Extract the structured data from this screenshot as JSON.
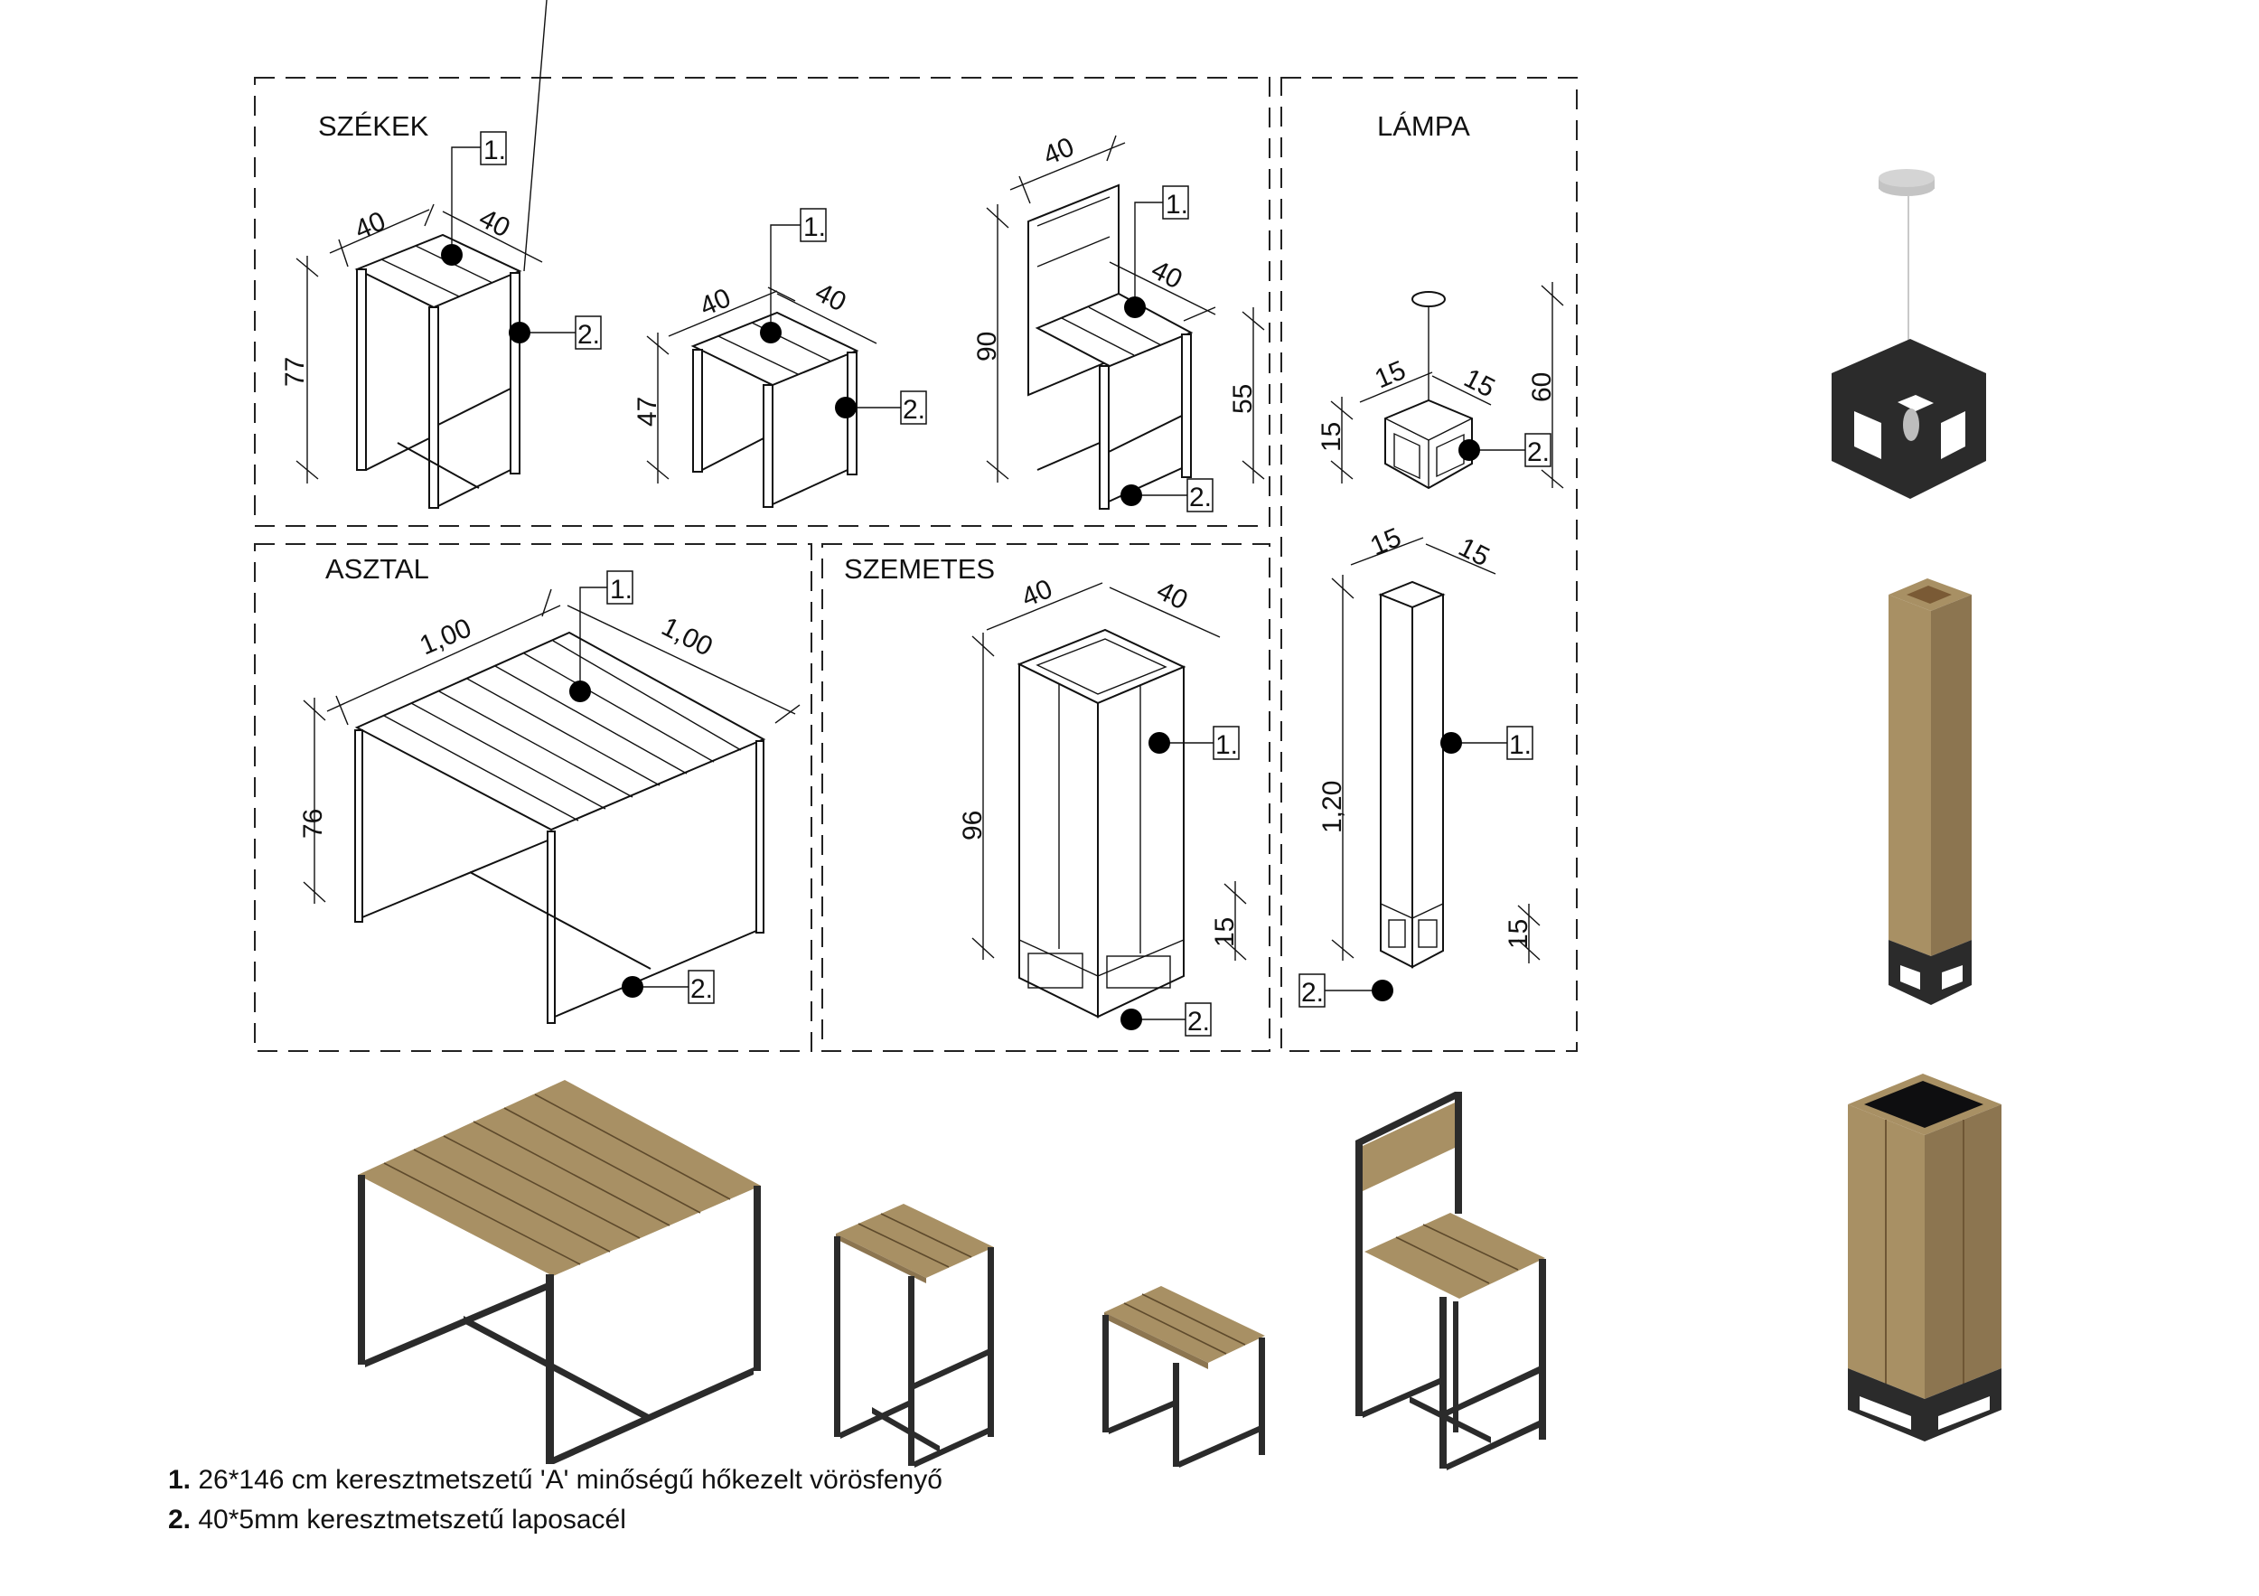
{
  "sections": {
    "chairs": {
      "title": "SZÉKEK"
    },
    "lamp": {
      "title": "LÁMPA"
    },
    "table": {
      "title": "ASZTAL"
    },
    "bin": {
      "title": "SZEMETES"
    }
  },
  "dimensions": {
    "bar_stool": {
      "width": "40",
      "depth": "40",
      "height": "77"
    },
    "low_stool": {
      "width": "40",
      "depth": "40",
      "height": "47"
    },
    "chair": {
      "width": "40",
      "depth": "40",
      "height": "90",
      "seat_height": "55"
    },
    "lamp": {
      "width": "15",
      "depth": "15",
      "height": "15",
      "drop": "60"
    },
    "table": {
      "width": "1,00",
      "depth": "1,00",
      "height": "76"
    },
    "bin": {
      "width": "40",
      "depth": "40",
      "height": "96",
      "base": "15"
    },
    "bollard": {
      "width": "15",
      "depth": "15",
      "height": "1,20",
      "base": "15"
    }
  },
  "callouts": {
    "one": "1.",
    "two": "2."
  },
  "legend": [
    {
      "number": "1.",
      "text": " 26*146 cm keresztmetszetű 'A' minőségű hőkezelt vörösfenyő"
    },
    {
      "number": "2.",
      "text": " 40*5mm keresztmetszetű laposacél"
    }
  ],
  "colors": {
    "wood": "#a89064",
    "wood_dark": "#8c7550",
    "steel": "#2b2b2b",
    "steel_edge": "#4a4a4a",
    "canopy": "#c9c9c9"
  }
}
